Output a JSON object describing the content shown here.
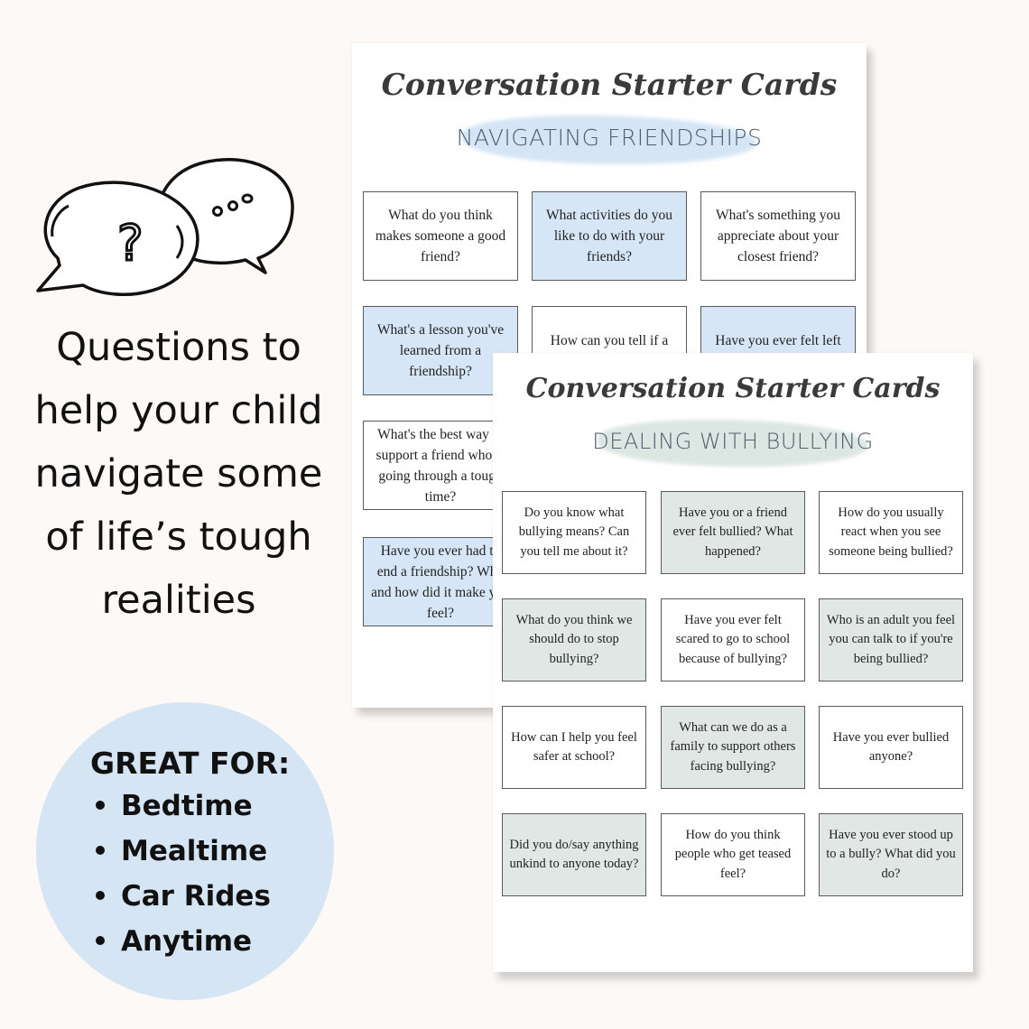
{
  "icon": {
    "name": "speech-bubbles-question-icon"
  },
  "tagline": {
    "lines": [
      "Questions to",
      "help your child",
      "navigate some",
      "of life’s tough",
      "realities"
    ]
  },
  "great_for": {
    "title": "GREAT FOR:",
    "items": [
      "Bedtime",
      "Mealtime",
      "Car Rides",
      "Anytime"
    ]
  },
  "sheet1": {
    "title": "Conversation Starter Cards",
    "subtitle": "NAVIGATING FRIENDSHIPS",
    "cards": [
      "What do you think makes someone a good friend?",
      "What activities do you like to do with your friends?",
      "What's something you appreciate about your closest friend?",
      "What's a lesson you've learned from a friendship?",
      "How can you tell if a friendship is healthy?",
      "Have you ever felt left out? How did you deal",
      "What's the best way to support a friend who is going through a tough time?",
      "Have you ever had to end a friendship? Why and how did it make you feel?"
    ]
  },
  "sheet2": {
    "title": "Conversation Starter Cards",
    "subtitle": "DEALING WITH BULLYING",
    "cards": [
      "Do you know what bullying means? Can you tell me about it?",
      "Have you or a friend ever felt bullied? What happened?",
      "How do you usually react when you see someone being bullied?",
      "What do you think we should do to stop bullying?",
      "Have you ever felt scared to go to school because of bullying?",
      "Who is an adult you feel you can talk to if you're being bullied?",
      "How can I help you feel safer at school?",
      "What can we do as a family to support others facing bullying?",
      "Have you ever bullied anyone?",
      "Did you do/say anything unkind to anyone today?",
      "How do you think people who get teased feel?",
      "Have you ever stood up to a bully? What did you do?"
    ]
  },
  "colors": {
    "background": "#fdf9f6",
    "circle": "#d6e5f4",
    "card_blue": "#d6e6f7",
    "card_gray": "#e1e7e5"
  }
}
